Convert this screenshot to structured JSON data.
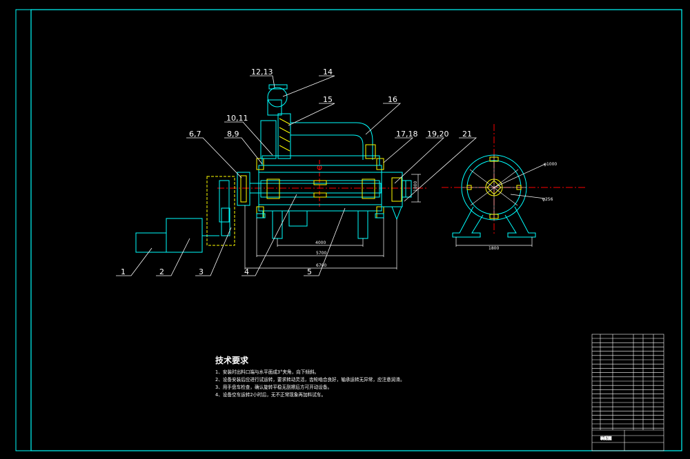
{
  "drawing": {
    "part_labels": [
      "1",
      "2",
      "3",
      "4",
      "5",
      "6,7",
      "8,9",
      "10,11",
      "12,13",
      "14",
      "15",
      "16",
      "17,18",
      "19,20",
      "21"
    ],
    "dimensions": {
      "d_4000": "4000",
      "d_5700": "5700",
      "d_6700": "6700",
      "d_1800_h": "1800",
      "d_1800_v": "1800",
      "d_phi1000": "φ1000",
      "d_phi256": "φ256"
    }
  },
  "technical_requirements": {
    "title": "技术要求",
    "items": [
      "1、安装时出料口端与水平面成3°夹角，向下倾斜。",
      "2、设备安装后应进行试运转，要求转动灵活，齿轮啮合良好，轴承运转无异常，应注意润滑。",
      "3、用手盘车检查，确认旋转平稳无刮擦后方可开动设备。",
      "4、设备空车运转2小时后，无不正常现象再加料试车。"
    ]
  },
  "title_block": {
    "drawing_name": "装配图"
  },
  "colors": {
    "background": "#000000",
    "frame": "#00ffff",
    "drawing": "#00ffff",
    "centerline": "#ff0000",
    "accent": "#ffff00",
    "leader": "#ffffff"
  }
}
